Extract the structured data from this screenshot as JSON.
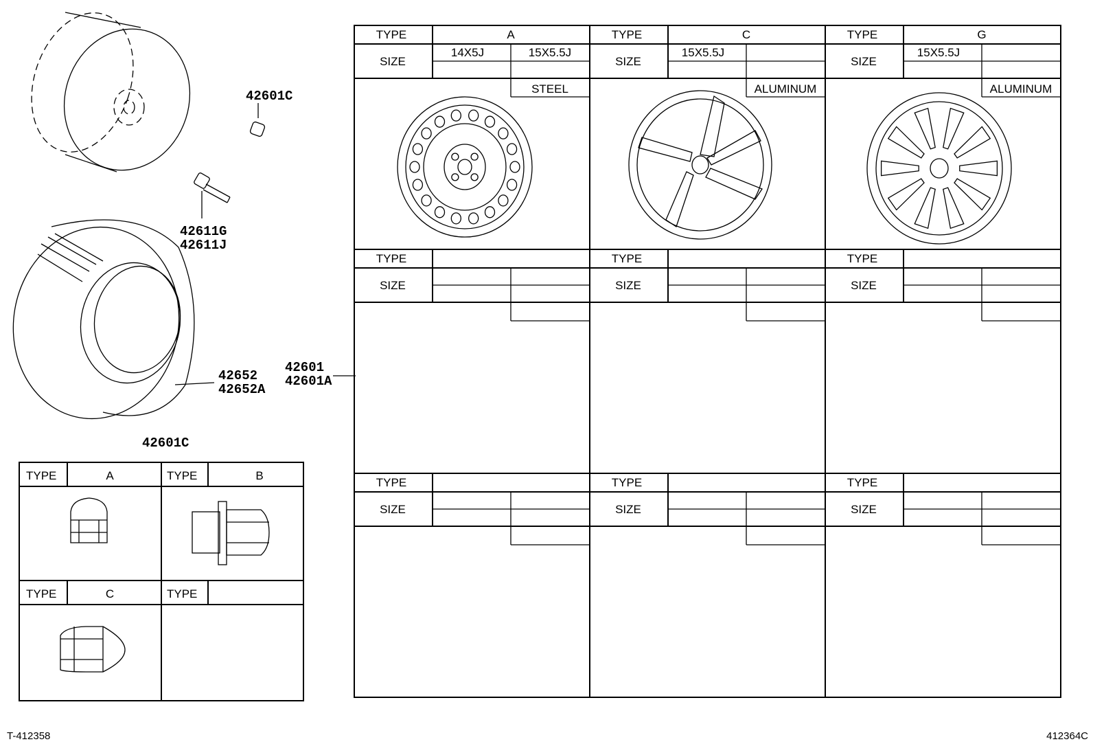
{
  "labels": {
    "cap_top": "42601C",
    "valve_1": "42611G",
    "valve_2": "42611J",
    "tire_1": "42652",
    "tire_2": "42652A",
    "wheel_1": "42601",
    "wheel_2": "42601A",
    "nut_table_title": "42601C"
  },
  "nut_table": {
    "type_label": "TYPE",
    "cells": [
      {
        "type": "A"
      },
      {
        "type": "B"
      },
      {
        "type": "C"
      },
      {
        "type": ""
      }
    ]
  },
  "wheel_table": {
    "type_label": "TYPE",
    "size_label": "SIZE",
    "cells": [
      {
        "type": "A",
        "size1": "14X5J",
        "size2": "15X5.5J",
        "material": "STEEL"
      },
      {
        "type": "C",
        "size1": "15X5.5J",
        "size2": "",
        "material": "ALUMINUM"
      },
      {
        "type": "G",
        "size1": "15X5.5J",
        "size2": "",
        "material": "ALUMINUM"
      },
      {
        "type": "",
        "size1": "",
        "size2": "",
        "material": ""
      },
      {
        "type": "",
        "size1": "",
        "size2": "",
        "material": ""
      },
      {
        "type": "",
        "size1": "",
        "size2": "",
        "material": ""
      },
      {
        "type": "",
        "size1": "",
        "size2": "",
        "material": ""
      },
      {
        "type": "",
        "size1": "",
        "size2": "",
        "material": ""
      },
      {
        "type": "",
        "size1": "",
        "size2": "",
        "material": ""
      }
    ]
  },
  "footer": {
    "left_code": "T-412358",
    "right_code": "412364C"
  }
}
